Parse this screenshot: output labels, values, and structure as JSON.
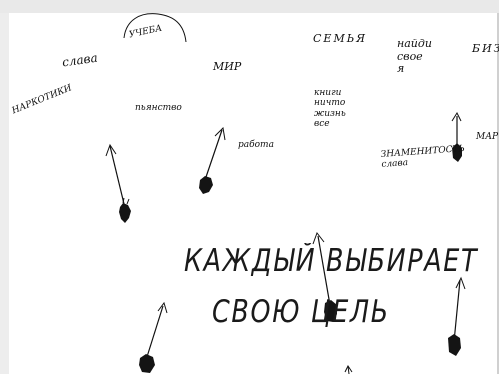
{
  "words": {
    "ucheba": "УЧЕБА",
    "slava": "слава",
    "mir": "МИР",
    "semya": "СЕМЬЯ",
    "naidi_sebya": "найди\nсвое\nя",
    "biz": "БИЗ",
    "narkotiki": "НАРКОТИКИ",
    "pyanstvo": "пьянство",
    "rabota": "работа",
    "knigi": "книги\nничто\nжизнь\nвсе",
    "znamenitost": "ЗНАМЕНИТОСТЬ\nслава",
    "mar": "МАР"
  },
  "slogan": {
    "line1": "КАЖДЫЙ ВЫБИРАЕТ",
    "line2": "СВОЮ ЦЕЛЬ"
  }
}
